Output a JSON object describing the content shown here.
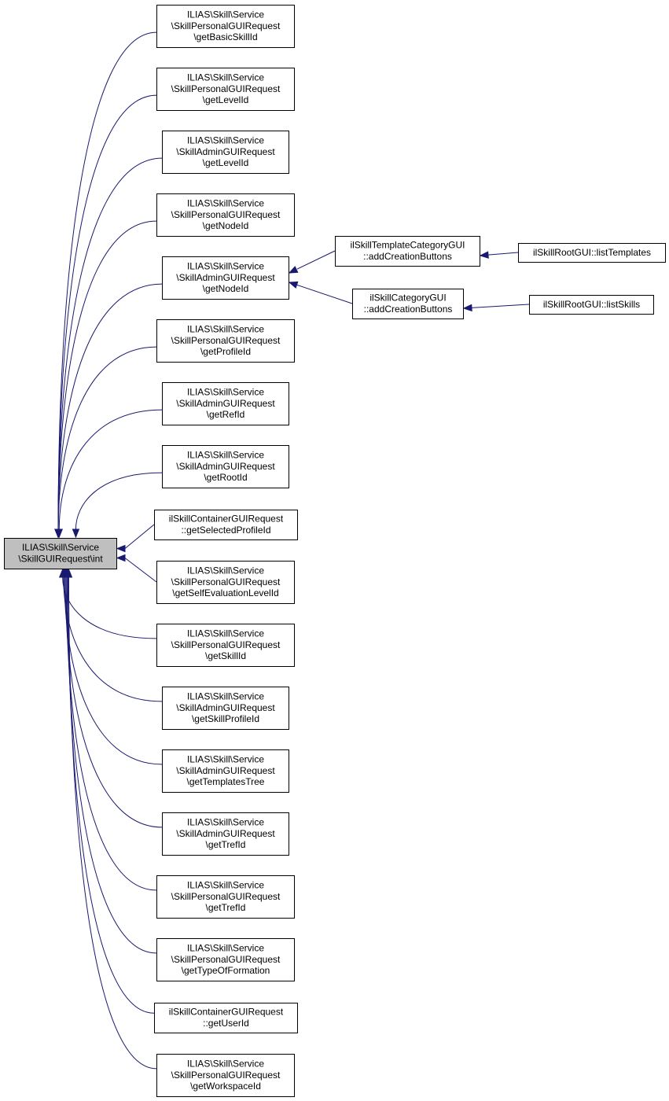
{
  "colors": {
    "edge": "#191970",
    "root_fill": "#bfbfbf",
    "node_fill": "#ffffff",
    "border": "#000000"
  },
  "root": {
    "id": "root",
    "lines": [
      "ILIAS\\Skill\\Service",
      "\\SkillGUIRequest\\int"
    ]
  },
  "callers": [
    {
      "id": "n1",
      "lines": [
        "ILIAS\\Skill\\Service",
        "\\SkillPersonalGUIRequest",
        "\\getBasicSkillId"
      ]
    },
    {
      "id": "n2",
      "lines": [
        "ILIAS\\Skill\\Service",
        "\\SkillPersonalGUIRequest",
        "\\getLevelId"
      ]
    },
    {
      "id": "n3",
      "lines": [
        "ILIAS\\Skill\\Service",
        "\\SkillAdminGUIRequest",
        "\\getLevelId"
      ]
    },
    {
      "id": "n4",
      "lines": [
        "ILIAS\\Skill\\Service",
        "\\SkillPersonalGUIRequest",
        "\\getNodeId"
      ]
    },
    {
      "id": "n5",
      "lines": [
        "ILIAS\\Skill\\Service",
        "\\SkillAdminGUIRequest",
        "\\getNodeId"
      ]
    },
    {
      "id": "n6",
      "lines": [
        "ILIAS\\Skill\\Service",
        "\\SkillPersonalGUIRequest",
        "\\getProfileId"
      ]
    },
    {
      "id": "n7",
      "lines": [
        "ILIAS\\Skill\\Service",
        "\\SkillAdminGUIRequest",
        "\\getRefId"
      ]
    },
    {
      "id": "n8",
      "lines": [
        "ILIAS\\Skill\\Service",
        "\\SkillAdminGUIRequest",
        "\\getRootId"
      ]
    },
    {
      "id": "n9",
      "lines": [
        "ilSkillContainerGUIRequest",
        "::getSelectedProfileId"
      ]
    },
    {
      "id": "n10",
      "lines": [
        "ILIAS\\Skill\\Service",
        "\\SkillPersonalGUIRequest",
        "\\getSelfEvaluationLevelId"
      ]
    },
    {
      "id": "n11",
      "lines": [
        "ILIAS\\Skill\\Service",
        "\\SkillPersonalGUIRequest",
        "\\getSkillId"
      ]
    },
    {
      "id": "n12",
      "lines": [
        "ILIAS\\Skill\\Service",
        "\\SkillAdminGUIRequest",
        "\\getSkillProfileId"
      ]
    },
    {
      "id": "n13",
      "lines": [
        "ILIAS\\Skill\\Service",
        "\\SkillAdminGUIRequest",
        "\\getTemplatesTree"
      ]
    },
    {
      "id": "n14",
      "lines": [
        "ILIAS\\Skill\\Service",
        "\\SkillAdminGUIRequest",
        "\\getTrefId"
      ]
    },
    {
      "id": "n15",
      "lines": [
        "ILIAS\\Skill\\Service",
        "\\SkillPersonalGUIRequest",
        "\\getTrefId"
      ]
    },
    {
      "id": "n16",
      "lines": [
        "ILIAS\\Skill\\Service",
        "\\SkillPersonalGUIRequest",
        "\\getTypeOfFormation"
      ]
    },
    {
      "id": "n17",
      "lines": [
        "ilSkillContainerGUIRequest",
        "::getUserId"
      ]
    },
    {
      "id": "n18",
      "lines": [
        "ILIAS\\Skill\\Service",
        "\\SkillPersonalGUIRequest",
        "\\getWorkspaceId"
      ]
    }
  ],
  "second_level": [
    {
      "id": "t1",
      "lines": [
        "ilSkillTemplateCategoryGUI",
        "::addCreationButtons"
      ]
    },
    {
      "id": "t2",
      "lines": [
        "ilSkillCategoryGUI",
        "::addCreationButtons"
      ]
    }
  ],
  "third_level": [
    {
      "id": "r1",
      "lines": [
        "ilSkillRootGUI::listTemplates"
      ]
    },
    {
      "id": "r2",
      "lines": [
        "ilSkillRootGUI::listSkills"
      ]
    }
  ],
  "edges": [
    [
      "n1",
      "root"
    ],
    [
      "n2",
      "root"
    ],
    [
      "n3",
      "root"
    ],
    [
      "n4",
      "root"
    ],
    [
      "n5",
      "root"
    ],
    [
      "n6",
      "root"
    ],
    [
      "n7",
      "root"
    ],
    [
      "n8",
      "root"
    ],
    [
      "n9",
      "root"
    ],
    [
      "n10",
      "root"
    ],
    [
      "n11",
      "root"
    ],
    [
      "n12",
      "root"
    ],
    [
      "n13",
      "root"
    ],
    [
      "n14",
      "root"
    ],
    [
      "n15",
      "root"
    ],
    [
      "n16",
      "root"
    ],
    [
      "n17",
      "root"
    ],
    [
      "n18",
      "root"
    ],
    [
      "t1",
      "n5"
    ],
    [
      "t2",
      "n5"
    ],
    [
      "r1",
      "t1"
    ],
    [
      "r2",
      "t2"
    ]
  ]
}
